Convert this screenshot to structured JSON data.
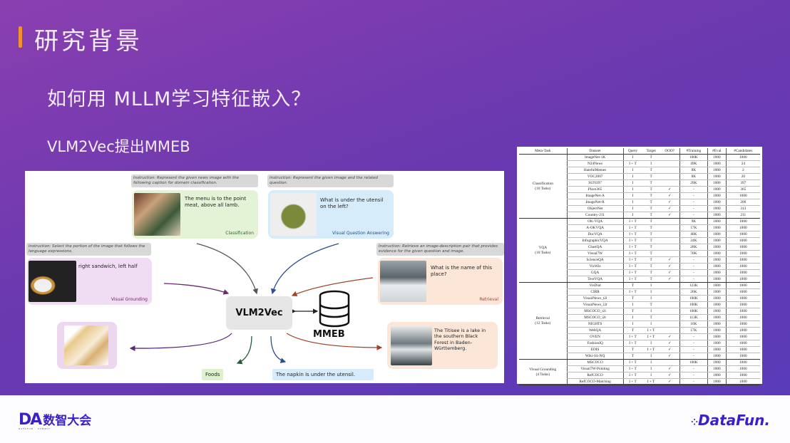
{
  "slide": {
    "title": "研究背景",
    "question": "如何用 MLLM学习特征嵌入？",
    "point": "VLM2Vec提出MMEB",
    "colors": {
      "accent": "#f0922e",
      "bg": "#6b39b0",
      "brand": "#3d1fc9"
    }
  },
  "diagram": {
    "center": "VLM2Vec",
    "db_label": "MMEB",
    "classification": {
      "instruction": "Instruction: Represent the given news image with the following caption for domain classification.",
      "text": "The menu is to the point meat, above all lamb.",
      "label": "Classification"
    },
    "vqa": {
      "instruction": "Instruction: Represent the given image and the related question.",
      "text": "What is under the utensil on the left?",
      "label": "Visual Question Answering"
    },
    "grounding": {
      "instruction": "Instruction: Select the portion of the image that follows the language expressions.",
      "text": "right sandwich, left half",
      "label": "Visual Grounding"
    },
    "retrieval": {
      "instruction": "Instruction: Retrieve an image-description pair that provides evidence for the given question and image.",
      "text": "What is the name of this place?",
      "label": "Retrieval"
    },
    "retrieval_answer": "The Titisee is a lake in the southern Black Forest in Baden-Württemberg.",
    "class_answer": "Foods",
    "vqa_answer": "The napkin is under the utensil."
  },
  "table": {
    "headers": [
      "Meta-Task",
      "Dataset",
      "Query",
      "Target",
      "OOD?",
      "#Training",
      "#Eval",
      "#Candidates"
    ],
    "groups": [
      {
        "meta": "Classification\n(10 Tasks)",
        "rows": [
          [
            "ImageNet-1K",
            "I",
            "T",
            "",
            "100K",
            "1000",
            "1000"
          ],
          [
            "N24News",
            "I + T",
            "I",
            "",
            "49K",
            "1000",
            "24"
          ],
          [
            "HatefulMemes",
            "I",
            "T",
            "",
            "8K",
            "1000",
            "2"
          ],
          [
            "VOC2007",
            "I",
            "T",
            "",
            "8K",
            "1000",
            "20"
          ],
          [
            "SUN397",
            "I",
            "T",
            "",
            "20K",
            "1000",
            "397"
          ],
          [
            "Place365",
            "I",
            "T",
            "✓",
            "-",
            "1000",
            "365"
          ],
          [
            "ImageNet-A",
            "I",
            "T",
            "✓",
            "-",
            "1000",
            "1000"
          ],
          [
            "ImageNet-R",
            "I",
            "T",
            "✓",
            "-",
            "1000",
            "200"
          ],
          [
            "ObjectNet",
            "I",
            "T",
            "✓",
            "-",
            "1000",
            "313"
          ],
          [
            "Country-211",
            "I",
            "T",
            "✓",
            "-",
            "1000",
            "211"
          ]
        ]
      },
      {
        "meta": "VQA\n(10 Tasks)",
        "rows": [
          [
            "OK-VQA",
            "I + T",
            "T",
            "",
            "9K",
            "1000",
            "1000"
          ],
          [
            "A-OKVQA",
            "I + T",
            "T",
            "",
            "17K",
            "1000",
            "1000"
          ],
          [
            "DocVQA",
            "I + T",
            "T",
            "",
            "40K",
            "1000",
            "1000"
          ],
          [
            "InfographicVQA",
            "I + T",
            "T",
            "",
            "24K",
            "1000",
            "1000"
          ],
          [
            "ChartQA",
            "I + T",
            "T",
            "",
            "28K",
            "1000",
            "1000"
          ],
          [
            "Visual7W",
            "I + T",
            "T",
            "",
            "70K",
            "1000",
            "1000"
          ],
          [
            "ScienceQA",
            "I + T",
            "T",
            "✓",
            "-",
            "1000",
            "1000"
          ],
          [
            "VizWiz",
            "I + T",
            "T",
            "✓",
            "-",
            "1000",
            "1000"
          ],
          [
            "GQA",
            "I + T",
            "T",
            "✓",
            "-",
            "1000",
            "1000"
          ],
          [
            "TextVQA",
            "I + T",
            "T",
            "✓",
            "-",
            "1000",
            "1000"
          ]
        ]
      },
      {
        "meta": "Retrieval\n(12 Tasks)",
        "rows": [
          [
            "VisDial",
            "T",
            "I",
            "",
            "123K",
            "1000",
            "1000"
          ],
          [
            "CIRR",
            "I + T",
            "I",
            "",
            "26K",
            "1000",
            "1000"
          ],
          [
            "VisualNews_t2i",
            "T",
            "I",
            "",
            "100K",
            "1000",
            "1000"
          ],
          [
            "VisualNews_i2t",
            "I",
            "T",
            "",
            "100K",
            "1000",
            "1000"
          ],
          [
            "MSCOCO_t2i",
            "T",
            "I",
            "",
            "100K",
            "1000",
            "1000"
          ],
          [
            "MSCOCO_i2t",
            "I",
            "T",
            "",
            "113K",
            "1000",
            "1000"
          ],
          [
            "NIGHTS",
            "I",
            "I",
            "",
            "16K",
            "1000",
            "1000"
          ],
          [
            "WebQA",
            "T",
            "I + T",
            "",
            "17K",
            "1000",
            "1000"
          ],
          [
            "OVEN",
            "I + T",
            "I + T",
            "✓",
            "-",
            "1000",
            "1000"
          ],
          [
            "FashionIQ",
            "I + T",
            "I",
            "✓",
            "-",
            "1000",
            "1000"
          ],
          [
            "EDIS",
            "T",
            "I + T",
            "✓",
            "-",
            "1000",
            "1000"
          ],
          [
            "Wiki-SS-NQ",
            "T",
            "I",
            "✓",
            "-",
            "1000",
            "1000"
          ]
        ]
      },
      {
        "meta": "Visual Grounding\n(4 Tasks)",
        "rows": [
          [
            "MSCOCO",
            "I + T",
            "I",
            "",
            "100K",
            "1000",
            "1000"
          ],
          [
            "Visual7W-Pointing",
            "I + T",
            "I",
            "✓",
            "-",
            "1000",
            "1000"
          ],
          [
            "RefCOCO",
            "I + T",
            "I",
            "✓",
            "-",
            "1000",
            "1000"
          ],
          [
            "RefCOCO-Matching",
            "I + T",
            "I + T",
            "✓",
            "-",
            "1000",
            "1000"
          ]
        ]
      }
    ]
  },
  "footer": {
    "left_logo": "DA数智大会",
    "left_logo_sub": "DATAFUN · SUMMIT",
    "right_logo": "DataFun."
  }
}
